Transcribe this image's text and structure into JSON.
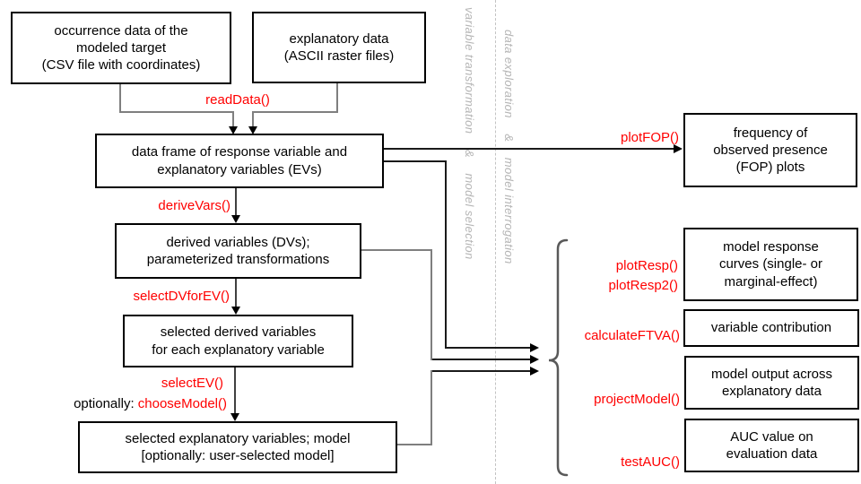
{
  "figure": {
    "type": "flowchart",
    "colors": {
      "function_red": "#ff0000",
      "box_border": "#000000",
      "connector_gray": "#7f7f7f",
      "side_label_gray": "#b5b5b5",
      "divider_gray": "#c3c3c3",
      "background": "#ffffff"
    },
    "boxes": {
      "occurrence": {
        "lines": [
          "occurrence data of the",
          "modeled target",
          "(CSV file with coordinates)"
        ]
      },
      "explanatory": {
        "lines": [
          "explanatory data",
          "(ASCII raster files)"
        ]
      },
      "dataframe": {
        "lines": [
          "data frame of response variable and",
          "explanatory variables (EVs)"
        ]
      },
      "derived": {
        "lines": [
          "derived variables (DVs);",
          "parameterized transformations"
        ]
      },
      "selected_dv": {
        "lines": [
          "selected derived variables",
          "for each explanatory variable"
        ]
      },
      "selected_ev": {
        "lines": [
          "selected explanatory variables; model",
          "[optionally: user-selected model]"
        ]
      },
      "fop": {
        "lines": [
          "frequency of",
          "observed presence",
          "(FOP) plots"
        ]
      },
      "response_curves": {
        "lines": [
          "model response",
          "curves (single- or",
          "marginal-effect)"
        ]
      },
      "contribution": {
        "lines": [
          "variable contribution"
        ]
      },
      "model_output": {
        "lines": [
          "model output across",
          "explanatory data"
        ]
      },
      "auc": {
        "lines": [
          "AUC value on",
          "evaluation data"
        ]
      }
    },
    "functions": {
      "read_data": "readData()",
      "derive_vars": "deriveVars()",
      "select_dv_for_ev": "selectDVforEV()",
      "select_ev": "selectEV()",
      "optionally_prefix": "optionally: ",
      "choose_model": "chooseModel()",
      "plot_fop": "plotFOP()",
      "plot_resp": "plotResp()",
      "plot_resp2": "plotResp2()",
      "calculate_ftva": "calculateFTVA()",
      "project_model": "projectModel()",
      "test_auc": "testAUC()"
    },
    "side_labels": {
      "left": "variable transformation  &  model selection",
      "right": "data exploration  &  model interrogation"
    }
  }
}
